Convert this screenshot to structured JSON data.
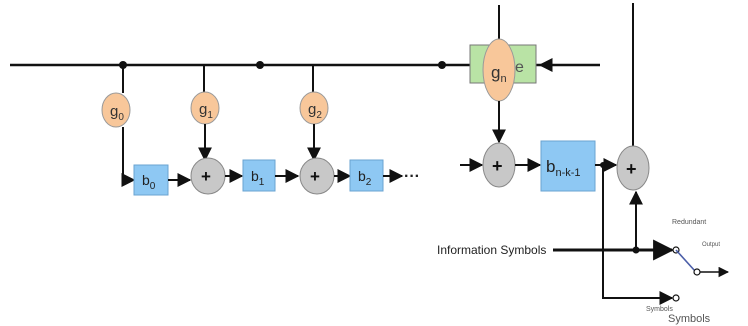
{
  "gains": [
    {
      "label": "g",
      "sub": "0"
    },
    {
      "label": "g",
      "sub": "1"
    },
    {
      "label": "g",
      "sub": "2"
    },
    {
      "label": "g",
      "sub": "n"
    }
  ],
  "registers": [
    {
      "label": "b",
      "sub": "0"
    },
    {
      "label": "b",
      "sub": "1"
    },
    {
      "label": "b",
      "sub": "2"
    },
    {
      "label": "b",
      "sub": "n-k-1"
    }
  ],
  "adder_symbol": "+",
  "ellipsis": "···",
  "feedback_gate_label": "e",
  "information_label": "Information Symbols",
  "switch_upper_label": "Redundant",
  "switch_output_label": "Output",
  "switch_lower_label": "Symbols",
  "bottom_label": "Symbols"
}
